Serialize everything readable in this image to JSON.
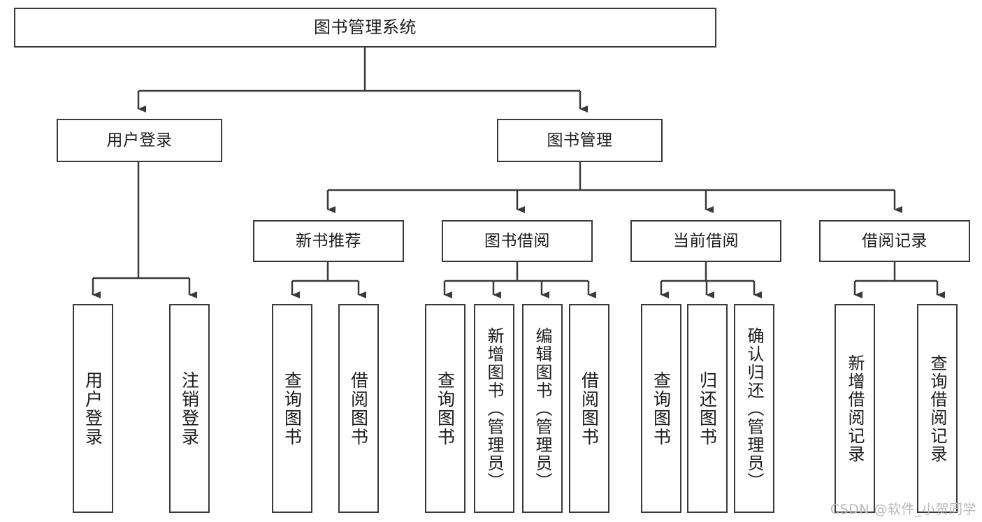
{
  "diagram": {
    "title": "图书管理系统",
    "type": "functional-structure-tree",
    "orientation": "top-down",
    "box_stroke": "#3a3a3a",
    "box_fill": "#ffffff",
    "link_stroke": "#3a3a3a"
  },
  "nodes": {
    "root": {
      "id": "root",
      "label": "图书管理系统",
      "level": 1
    },
    "level2": [
      {
        "id": "user-login",
        "label": "用户登录",
        "level": 2
      },
      {
        "id": "book-manage",
        "label": "图书管理",
        "level": 2
      }
    ],
    "level3": [
      {
        "id": "new-book-recommend",
        "label": "新书推荐",
        "level": 3,
        "parent": "book-manage"
      },
      {
        "id": "book-borrow",
        "label": "图书借阅",
        "level": 3,
        "parent": "book-manage"
      },
      {
        "id": "current-borrow",
        "label": "当前借阅",
        "level": 3,
        "parent": "book-manage"
      },
      {
        "id": "borrow-record",
        "label": "借阅记录",
        "level": 3,
        "parent": "book-manage"
      }
    ],
    "leaves": [
      {
        "id": "leaf-user-login",
        "label": "用户登录",
        "parent": "user-login"
      },
      {
        "id": "leaf-user-logout",
        "label": "注销登录",
        "parent": "user-login"
      },
      {
        "id": "leaf-query-book-1",
        "label": "查询图书",
        "parent": "new-book-recommend"
      },
      {
        "id": "leaf-borrow-book-1",
        "label": "借阅图书",
        "parent": "new-book-recommend"
      },
      {
        "id": "leaf-query-book-2",
        "label": "查询图书",
        "parent": "book-borrow"
      },
      {
        "id": "leaf-add-book",
        "label": "新增图书（管理员）",
        "parent": "book-borrow"
      },
      {
        "id": "leaf-edit-book",
        "label": "编辑图书（管理员）",
        "parent": "book-borrow"
      },
      {
        "id": "leaf-borrow-book-2",
        "label": "借阅图书",
        "parent": "book-borrow"
      },
      {
        "id": "leaf-query-book-3",
        "label": "查询图书",
        "parent": "current-borrow"
      },
      {
        "id": "leaf-return-book",
        "label": "归还图书",
        "parent": "current-borrow"
      },
      {
        "id": "leaf-confirm-return",
        "label": "确认归还（管理员）",
        "parent": "current-borrow"
      },
      {
        "id": "leaf-add-record",
        "label": "新增借阅记录",
        "parent": "borrow-record"
      },
      {
        "id": "leaf-query-record",
        "label": "查询借阅记录",
        "parent": "borrow-record"
      }
    ]
  },
  "watermark": {
    "text": "CSDN @软件_小贺同学"
  }
}
